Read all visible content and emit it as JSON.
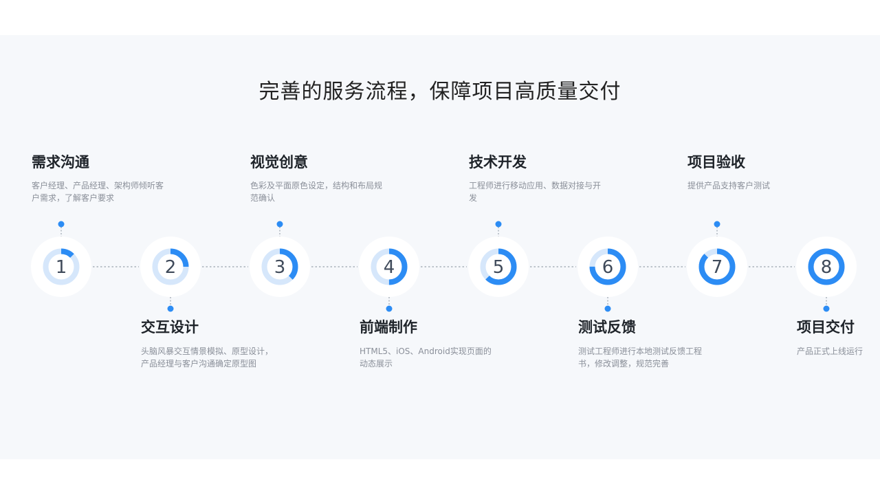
{
  "page": {
    "title": "完善的服务流程，保障项目高质量交付"
  },
  "colors": {
    "accent": "#2c8cf4",
    "ring_track": "#d6e7fb",
    "halo": "#ffffff",
    "connector": "#9aa3ad",
    "background": "#f6f8fb"
  },
  "steps": [
    {
      "number": "1",
      "title": "需求沟通",
      "desc": "客户经理、产品经理、架构师倾听客户需求，了解客户要求",
      "progress": 0.125,
      "label_side": "top"
    },
    {
      "number": "2",
      "title": "交互设计",
      "desc": "头脑风暴交互情景模拟、原型设计，产品经理与客户沟通确定原型图",
      "progress": 0.25,
      "label_side": "bottom"
    },
    {
      "number": "3",
      "title": "视觉创意",
      "desc": "色彩及平面原色设定，结构和布局规范确认",
      "progress": 0.375,
      "label_side": "top"
    },
    {
      "number": "4",
      "title": "前端制作",
      "desc": "HTML5、iOS、Android实现页面的动态展示",
      "progress": 0.5,
      "label_side": "bottom"
    },
    {
      "number": "5",
      "title": "技术开发",
      "desc": "工程师进行移动应用、数据对接与开发",
      "progress": 0.625,
      "label_side": "top"
    },
    {
      "number": "6",
      "title": "测试反馈",
      "desc": "测试工程师进行本地测试反馈工程书，修改调整，规范完善",
      "progress": 0.75,
      "label_side": "bottom"
    },
    {
      "number": "7",
      "title": "项目验收",
      "desc": "提供产品支持客户测试",
      "progress": 0.875,
      "label_side": "top"
    },
    {
      "number": "8",
      "title": "项目交付",
      "desc": "产品正式上线运行",
      "progress": 1.0,
      "label_side": "bottom"
    }
  ]
}
